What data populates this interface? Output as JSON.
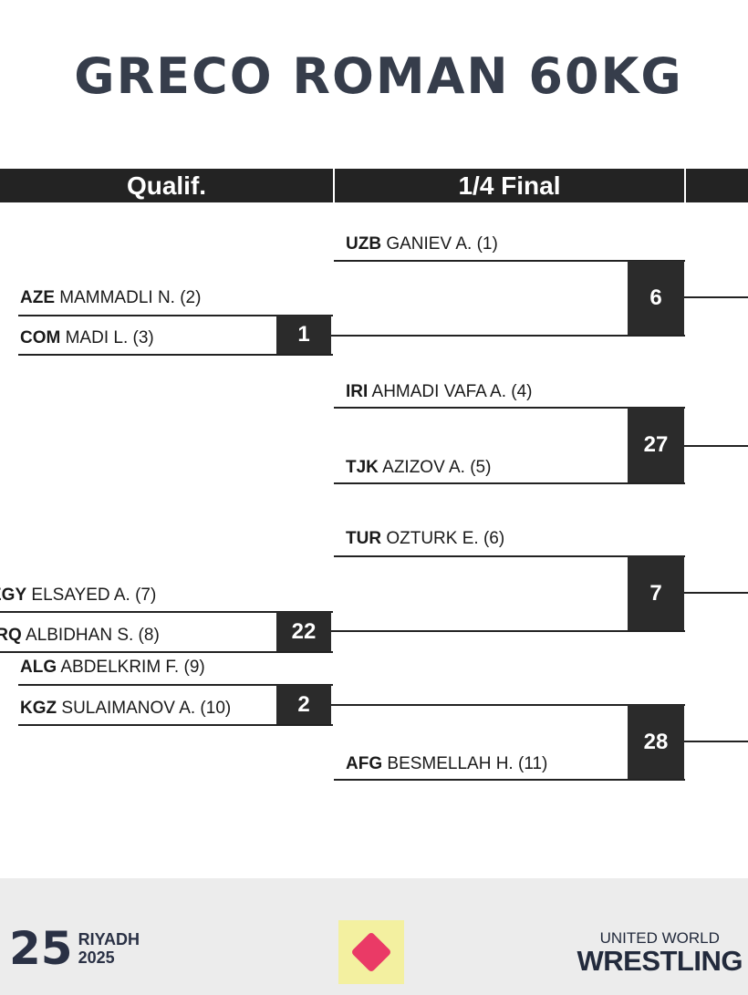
{
  "title": "GRECO ROMAN 60KG",
  "rounds": [
    "Qualif.",
    "1/4 Final",
    ""
  ],
  "qualif": [
    {
      "a": {
        "country": "AZE",
        "name": "MAMMADLI N. (2)"
      },
      "b": {
        "country": "COM",
        "name": "MADI L. (3)"
      },
      "score": "1"
    },
    {
      "a": {
        "country": "EGY",
        "name": "ELSAYED A. (7)"
      },
      "b": {
        "country": "IRQ",
        "name": "ALBIDHAN S. (8)"
      },
      "score": "22"
    },
    {
      "a": {
        "country": "ALG",
        "name": "ABDELKRIM F. (9)"
      },
      "b": {
        "country": "KGZ",
        "name": "SULAIMANOV A. (10)"
      },
      "score": "2"
    }
  ],
  "quarter": [
    {
      "a": {
        "country": "UZB",
        "name": "GANIEV A. (1)"
      },
      "score": "6"
    },
    {
      "a": {
        "country": "IRI",
        "name": "AHMADI VAFA A. (4)"
      },
      "b": {
        "country": "TJK",
        "name": "AZIZOV A. (5)"
      },
      "score": "27"
    },
    {
      "a": {
        "country": "TUR",
        "name": "OZTURK E. (6)"
      },
      "score": "7"
    },
    {
      "b": {
        "country": "AFG",
        "name": "BESMELLAH H. (11)"
      },
      "score": "28"
    }
  ],
  "footer": {
    "left_logo": {
      "number": "25",
      "city": "RIYADH",
      "year": "2025"
    },
    "right_logo": {
      "line1": "UNITED WORLD",
      "line2": "WRESTLING"
    }
  }
}
